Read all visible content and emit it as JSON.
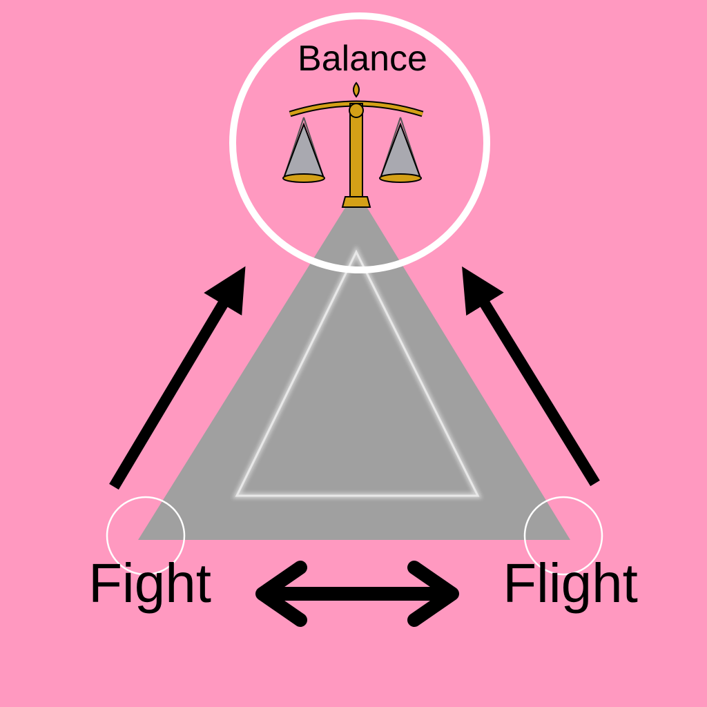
{
  "title": "Balance",
  "left_label": "Fight",
  "right_label": "Flight",
  "icons": {
    "top": "scales-of-justice-icon"
  },
  "colors": {
    "background": "#ff99c0",
    "triangle": "#a0a0a0",
    "circle": "#ffffff",
    "arrow": "#000000",
    "scale": "#d4a017"
  }
}
